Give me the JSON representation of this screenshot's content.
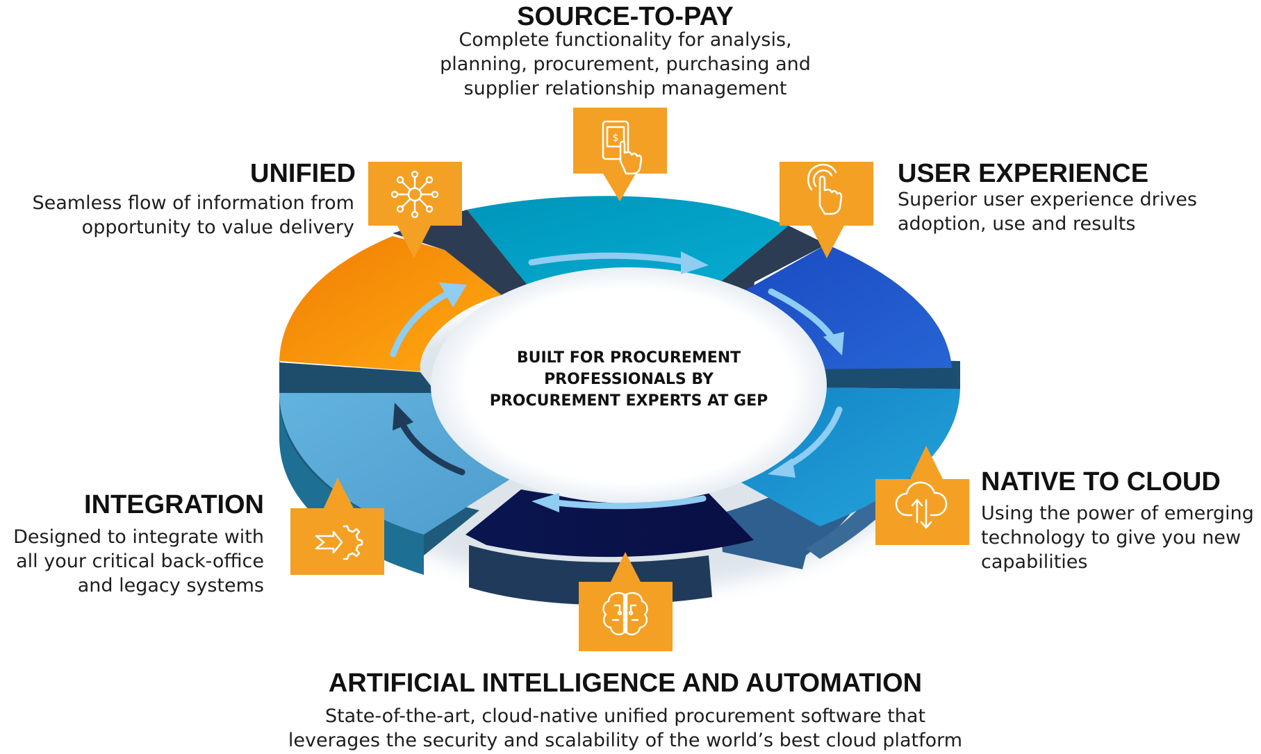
{
  "center": {
    "line1": "BUILT FOR PROCUREMENT",
    "line2": "PROFESSIONALS BY",
    "line3": "PROCUREMENT EXPERTS AT GEP"
  },
  "pillars": {
    "source_to_pay": {
      "title": "SOURCE-TO-PAY",
      "desc": [
        "Complete functionality for analysis,",
        "planning, procurement, purchasing and",
        "supplier relationship management"
      ],
      "icon": "tablet-tap-dollar-icon",
      "color": "#02a0c3"
    },
    "user_experience": {
      "title": "USER EXPERIENCE",
      "desc": [
        "Superior user experience drives",
        "adoption, use and results"
      ],
      "icon": "touch-hand-icon",
      "color": "#2158c9"
    },
    "native_to_cloud": {
      "title": "NATIVE TO CLOUD",
      "desc": [
        "Using the power of emerging",
        "technology to give you new",
        "capabilities"
      ],
      "icon": "cloud-upload-download-icon",
      "color": "#1a93cf"
    },
    "ai_automation": {
      "title": "ARTIFICIAL INTELLIGENCE AND AUTOMATION",
      "desc": [
        "State-of-the-art, cloud-native unified procurement software that",
        "leverages the security and scalability of the world’s best cloud platform"
      ],
      "icon": "brain-circuit-icon",
      "color": "#0a124f"
    },
    "integration": {
      "title": "INTEGRATION",
      "desc": [
        "Designed to integrate with",
        "all your critical back-office",
        "and legacy systems"
      ],
      "icon": "gear-arrow-icon",
      "color": "#5aaad8"
    },
    "unified": {
      "title": "UNIFIED",
      "desc": [
        "Seamless flow of information from",
        "opportunity to value delivery"
      ],
      "icon": "network-hub-icon",
      "color": "#f79a0b"
    }
  },
  "colors": {
    "badge": "#f4a024",
    "arrow": "#8fcdf3",
    "arrow_dark": "#1e3c5a"
  }
}
